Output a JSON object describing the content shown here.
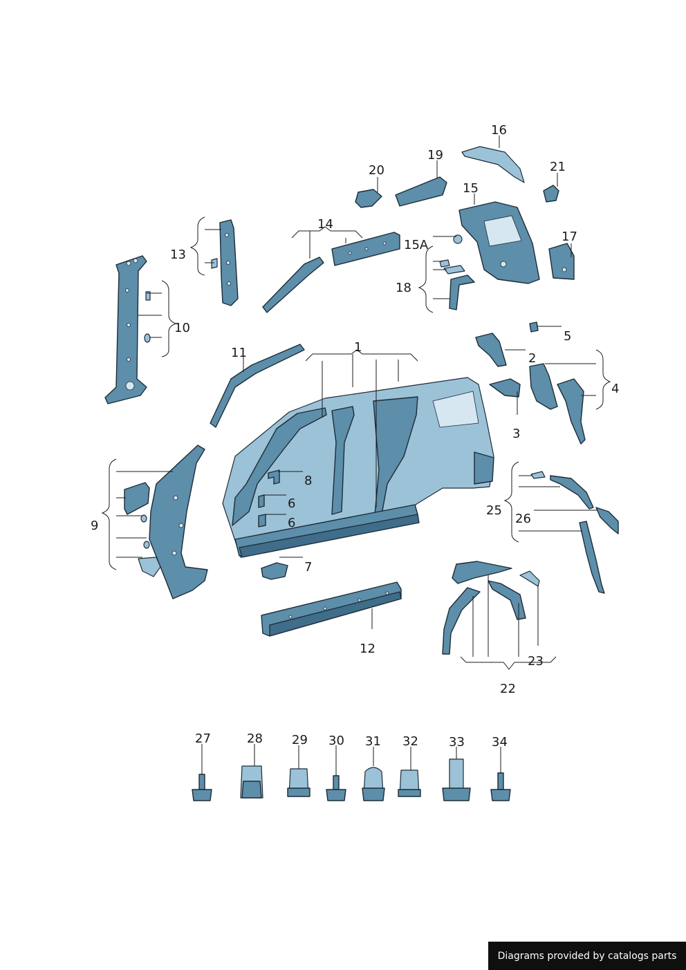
{
  "callouts": {
    "c1": "1",
    "c2": "2",
    "c3": "3",
    "c4": "4",
    "c5": "5",
    "c6a": "6",
    "c6b": "6",
    "c7": "7",
    "c8": "8",
    "c9": "9",
    "c10": "10",
    "c11": "11",
    "c12": "12",
    "c13": "13",
    "c14": "14",
    "c15": "15",
    "c15a": "15A",
    "c16": "16",
    "c17": "17",
    "c18": "18",
    "c19": "19",
    "c20": "20",
    "c21": "21",
    "c22": "22",
    "c23": "23",
    "c25": "25",
    "c26": "26",
    "c27": "27",
    "c28": "28",
    "c29": "29",
    "c30": "30",
    "c31": "31",
    "c32": "32",
    "c33": "33",
    "c34": "34"
  },
  "footer": {
    "credit": "Diagrams provided by catalogs parts"
  },
  "colors": {
    "part_fill": "#5d8eaa",
    "part_highlight": "#9cc2d8",
    "outline": "#1c2b36",
    "footer_bg": "#0f0f0f"
  }
}
